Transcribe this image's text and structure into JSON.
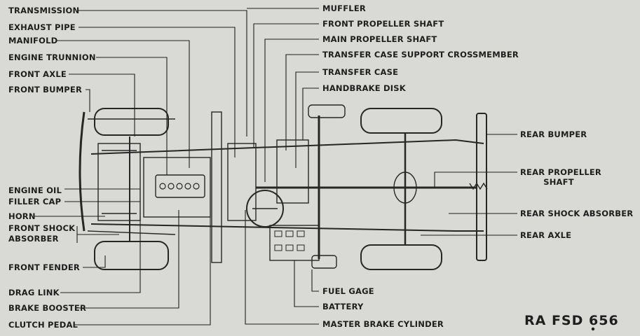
{
  "diagram": {
    "left_labels": {
      "transmission": "TRANSMISSION",
      "exhaust_pipe": "EXHAUST PIPE",
      "manifold": "MANIFOLD",
      "engine_trunnion": "ENGINE TRUNNION",
      "front_axle": "FRONT AXLE",
      "front_bumper": "FRONT BUMPER",
      "engine_oil_filler_cap_1": "ENGINE OIL",
      "engine_oil_filler_cap_2": "FILLER CAP",
      "horn": "HORN",
      "front_shock_absorber_1": "FRONT SHOCK",
      "front_shock_absorber_2": "ABSORBER",
      "front_fender": "FRONT FENDER",
      "drag_link": "DRAG LINK",
      "brake_booster": "BRAKE BOOSTER",
      "clutch_pedal": "CLUTCH PEDAL"
    },
    "center_labels": {
      "muffler": "MUFFLER",
      "front_propeller_shaft": "FRONT PROPELLER SHAFT",
      "main_propeller_shaft": "MAIN PROPELLER SHAFT",
      "transfer_case_support_crossmember": "TRANSFER CASE SUPPORT CROSSMEMBER",
      "transfer_case": "TRANSFER CASE",
      "handbrake_disk": "HANDBRAKE DISK",
      "fuel_gage": "FUEL GAGE",
      "battery": "BATTERY",
      "master_brake_cylinder": "MASTER BRAKE CYLINDER"
    },
    "right_labels": {
      "rear_bumper": "REAR BUMPER",
      "rear_propeller_shaft_1": "REAR PROPELLER",
      "rear_propeller_shaft_2": "SHAFT",
      "rear_shock_absorber": "REAR SHOCK ABSORBER",
      "rear_axle": "REAR AXLE"
    },
    "figure_reference": "RA FSD 656"
  }
}
